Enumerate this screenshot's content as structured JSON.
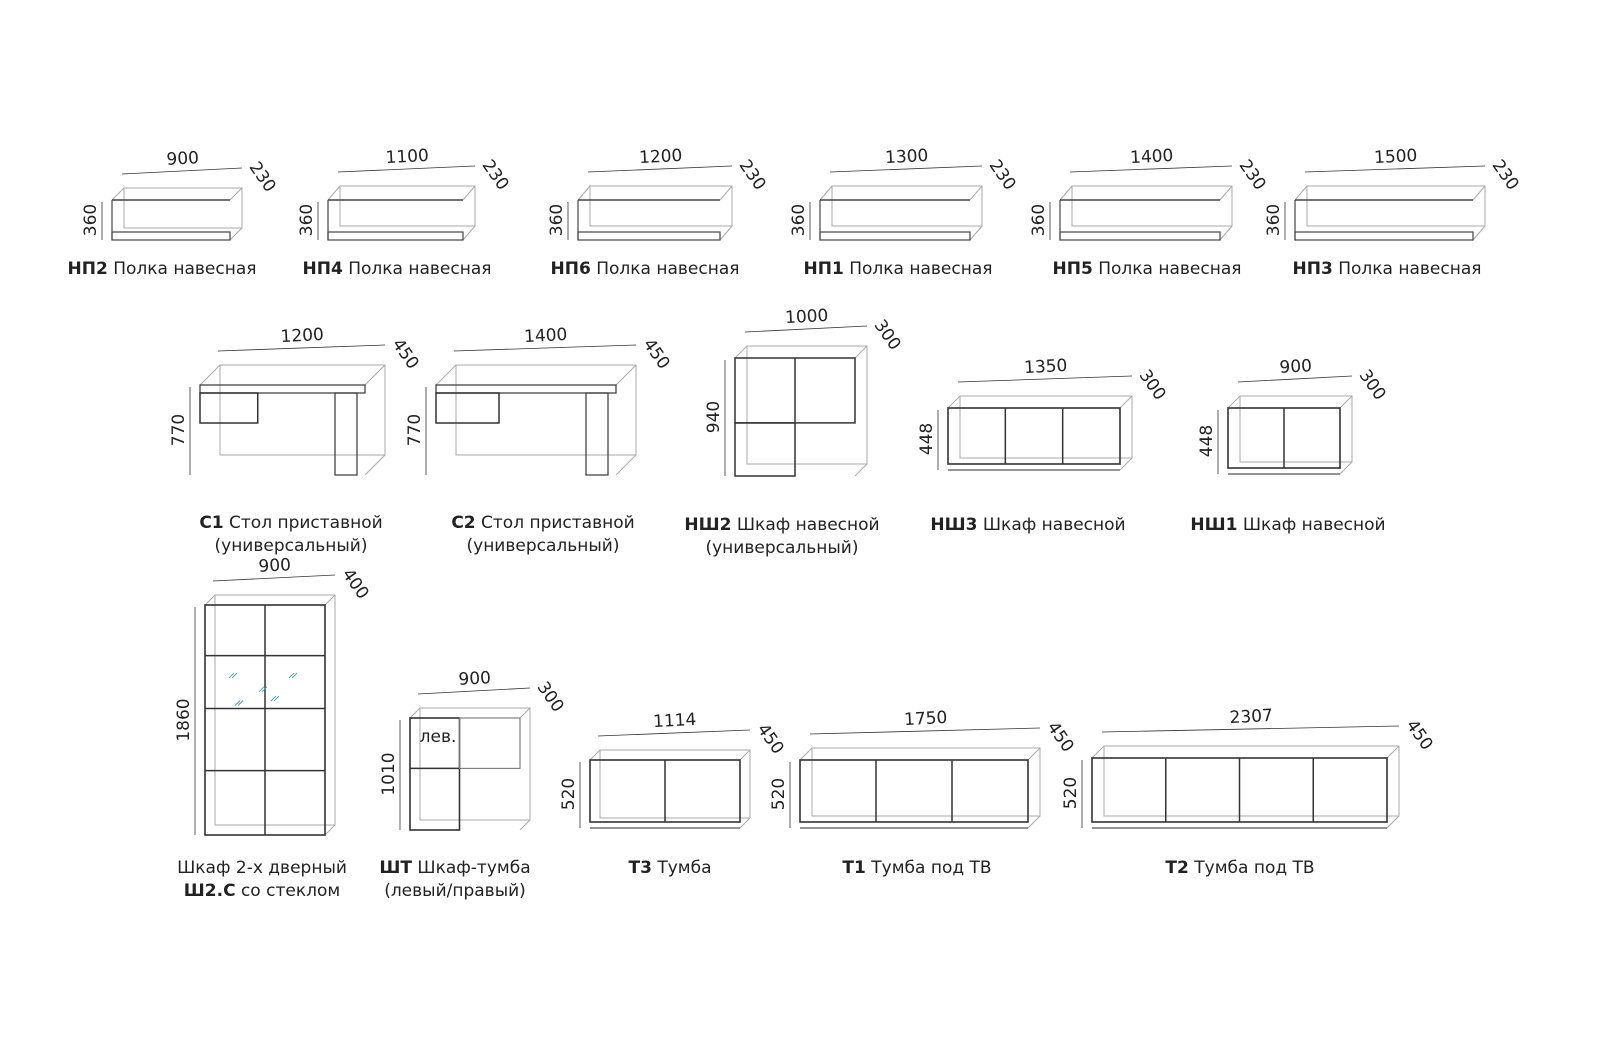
{
  "items": [
    {
      "code": "НП2",
      "name": "Полка навесная",
      "line2": "",
      "w": "900",
      "d": "230",
      "h": "360"
    },
    {
      "code": "НП4",
      "name": "Полка навесная",
      "line2": "",
      "w": "1100",
      "d": "230",
      "h": "360"
    },
    {
      "code": "НП6",
      "name": "Полка навесная",
      "line2": "",
      "w": "1200",
      "d": "230",
      "h": "360"
    },
    {
      "code": "НП1",
      "name": "Полка навесная",
      "line2": "",
      "w": "1300",
      "d": "230",
      "h": "360"
    },
    {
      "code": "НП5",
      "name": "Полка навесная",
      "line2": "",
      "w": "1400",
      "d": "230",
      "h": "360"
    },
    {
      "code": "НП3",
      "name": "Полка навесная",
      "line2": "",
      "w": "1500",
      "d": "230",
      "h": "360"
    },
    {
      "code": "С1",
      "name": "Стол приставной",
      "line2": "(универсальный)",
      "w": "1200",
      "d": "450",
      "h": "770"
    },
    {
      "code": "С2",
      "name": "Стол приставной",
      "line2": "(универсальный)",
      "w": "1400",
      "d": "450",
      "h": "770"
    },
    {
      "code": "НШ2",
      "name": "Шкаф навесной",
      "line2": "(универсальный)",
      "w": "1000",
      "d": "300",
      "h": "940"
    },
    {
      "code": "НШ3",
      "name": "Шкаф навесной",
      "line2": "",
      "w": "1350",
      "d": "300",
      "h": "448"
    },
    {
      "code": "НШ1",
      "name": "Шкаф навесной",
      "line2": "",
      "w": "900",
      "d": "300",
      "h": "448"
    },
    {
      "code": "Ш2.С",
      "name": "со стеклом",
      "pre": "Шкаф 2-х дверный",
      "line2": "",
      "w": "900",
      "d": "400",
      "h": "1860"
    },
    {
      "code": "ШТ",
      "name": "Шкаф-тумба",
      "line2": "(левый/правый)",
      "w": "900",
      "d": "300",
      "h": "1010",
      "note": "лев."
    },
    {
      "code": "Т3",
      "name": "Тумба",
      "line2": "",
      "w": "1114",
      "d": "450",
      "h": "520"
    },
    {
      "code": "Т1",
      "name": "Тумба под ТВ",
      "line2": "",
      "w": "1750",
      "d": "450",
      "h": "520"
    },
    {
      "code": "Т2",
      "name": "Тумба под ТВ",
      "line2": "",
      "w": "2307",
      "d": "450",
      "h": "520"
    }
  ]
}
